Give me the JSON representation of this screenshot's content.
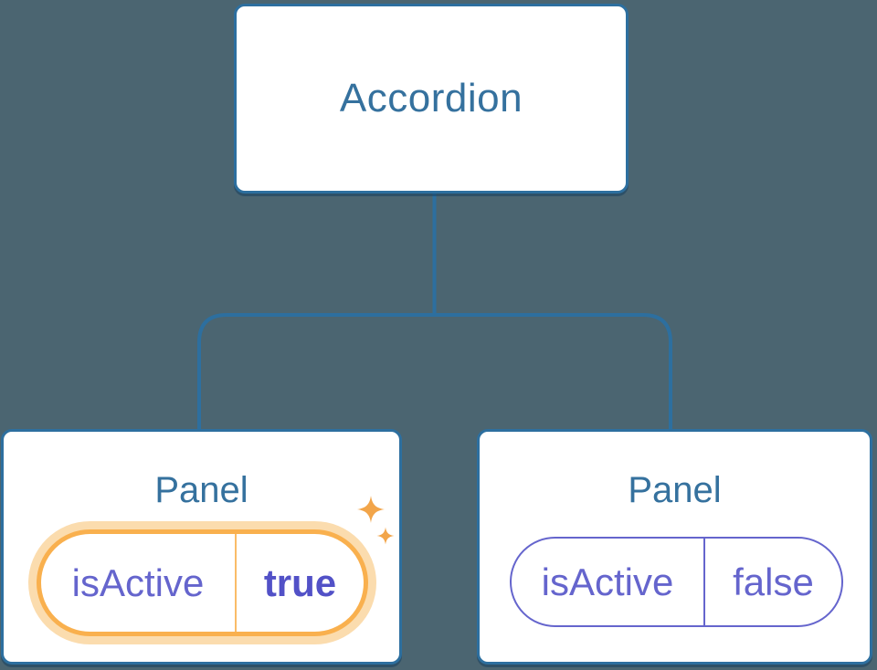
{
  "palette": {
    "background": "#4b6571",
    "line_blue": "#2d6f9f",
    "node_text_blue": "#35719e",
    "state_purple": "#6565cd",
    "state_purple_bold": "#5251c7",
    "highlight_orange": "#f9b04e",
    "highlight_halo": "#fbdcae",
    "sparkle_orange": "#f2a54a",
    "node_bg": "#ffffff"
  },
  "diagram": {
    "root": {
      "label": "Accordion"
    },
    "children": [
      {
        "title": "Panel",
        "prop": {
          "name": "isActive",
          "value": "true"
        },
        "highlighted": true,
        "sparkles": true
      },
      {
        "title": "Panel",
        "prop": {
          "name": "isActive",
          "value": "false"
        },
        "highlighted": false,
        "sparkles": false
      }
    ]
  }
}
